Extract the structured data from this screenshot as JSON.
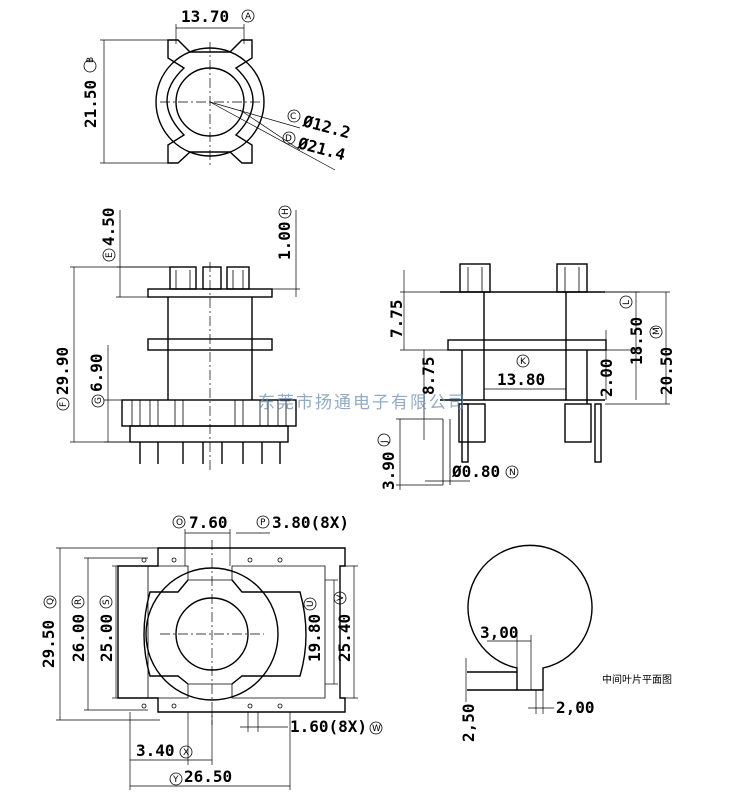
{
  "watermark": "东莞市扬通电子有限公司",
  "caption": "中间叶片平面图",
  "top_view": {
    "width_val": "13.70",
    "width_tag": "A",
    "height_val": "21.50",
    "height_tag": "B",
    "inner_dia": "Ø12.2",
    "inner_tag": "C",
    "outer_dia": "Ø21.4",
    "outer_tag": "D"
  },
  "side_view": {
    "e_val": "4.50",
    "e_tag": "E",
    "h_val": "1.00",
    "h_tag": "H",
    "f_val": "29.90",
    "f_tag": "F",
    "g_val": "6.90",
    "g_tag": "G"
  },
  "front_view": {
    "l_val": "7.75",
    "l_tag": "L",
    "m_val": "20.50",
    "m_tag": "M",
    "n_val": "18.50",
    "k_val": "13.80",
    "k_tag": "K",
    "j_val": "3.90",
    "j_tag": "J",
    "i_val": "8.75",
    "o_val": "2.00",
    "pin_val": "Ø0.80",
    "pin_tag": "N"
  },
  "bottom_view": {
    "o_val": "7.60",
    "o_tag": "O",
    "p_val": "3.80(8X)",
    "p_tag": "P",
    "q_val": "29.50",
    "q_tag": "Q",
    "r_val": "26.00",
    "r_tag": "R",
    "s_val": "25.00",
    "s_tag": "S",
    "u_val": "19.80",
    "u_tag": "U",
    "v_val": "25.40",
    "v_tag": "V",
    "w_val": "1.60(8X)",
    "w_tag": "W",
    "x_val": "3.40",
    "x_tag": "X",
    "y_val": "26.50",
    "y_tag": "Y"
  },
  "flange_view": {
    "a_val": "3,00",
    "b_val": "2,50",
    "c_val": "2,00"
  }
}
